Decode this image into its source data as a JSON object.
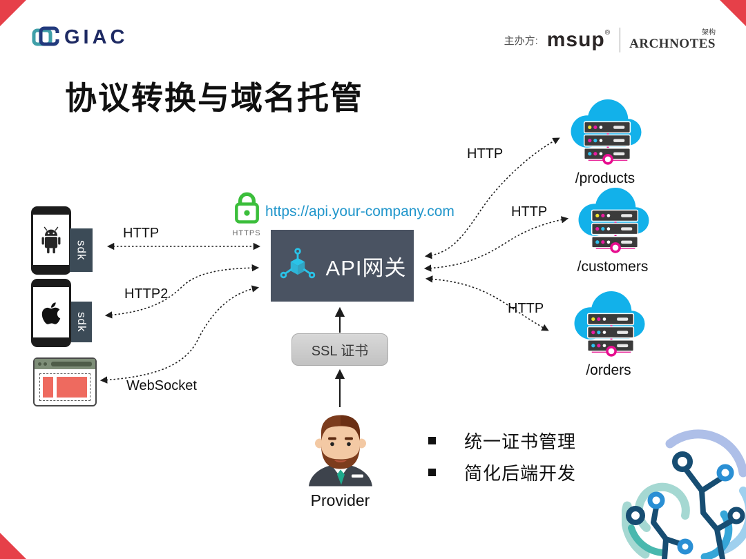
{
  "header": {
    "brand": "GIAC",
    "host_label": "主办方:",
    "host1": "msup",
    "host1_mark": "®",
    "host2": "ARCHNOTES",
    "host2_tag": "架构"
  },
  "title": "协议转换与域名托管",
  "clients": [
    {
      "icon": "android-icon",
      "sdk_badge": "sdk",
      "protocol": "HTTP"
    },
    {
      "icon": "apple-icon",
      "sdk_badge": "sdk",
      "protocol": "HTTP2"
    },
    {
      "icon": "browser-icon",
      "protocol": "WebSocket"
    }
  ],
  "gateway": {
    "https_badge": "HTTPS",
    "url": "https://api.your-company.com",
    "label": "API网关",
    "ssl_box": "SSL 证书"
  },
  "provider": {
    "label": "Provider"
  },
  "services": [
    {
      "protocol": "HTTP",
      "path": "/products"
    },
    {
      "protocol": "HTTP",
      "path": "/customers"
    },
    {
      "protocol": "HTTP",
      "path": "/orders"
    }
  ],
  "notes": [
    {
      "text": "统一证书管理"
    },
    {
      "text": "简化后端开发"
    }
  ],
  "colors": {
    "accent_red": "#e64049",
    "gateway_bg": "#4a5362",
    "gateway_icon_cyan": "#2ac3e8",
    "cloud_blue": "#12b1ea",
    "server_magenta": "#e60d8e",
    "lock_green": "#3bbe3b",
    "url_blue": "#2196cb",
    "sdk_badge_bg": "#3c4b57",
    "browser_header": "#7e8e78",
    "browser_blocks": "#ee6a5f"
  }
}
